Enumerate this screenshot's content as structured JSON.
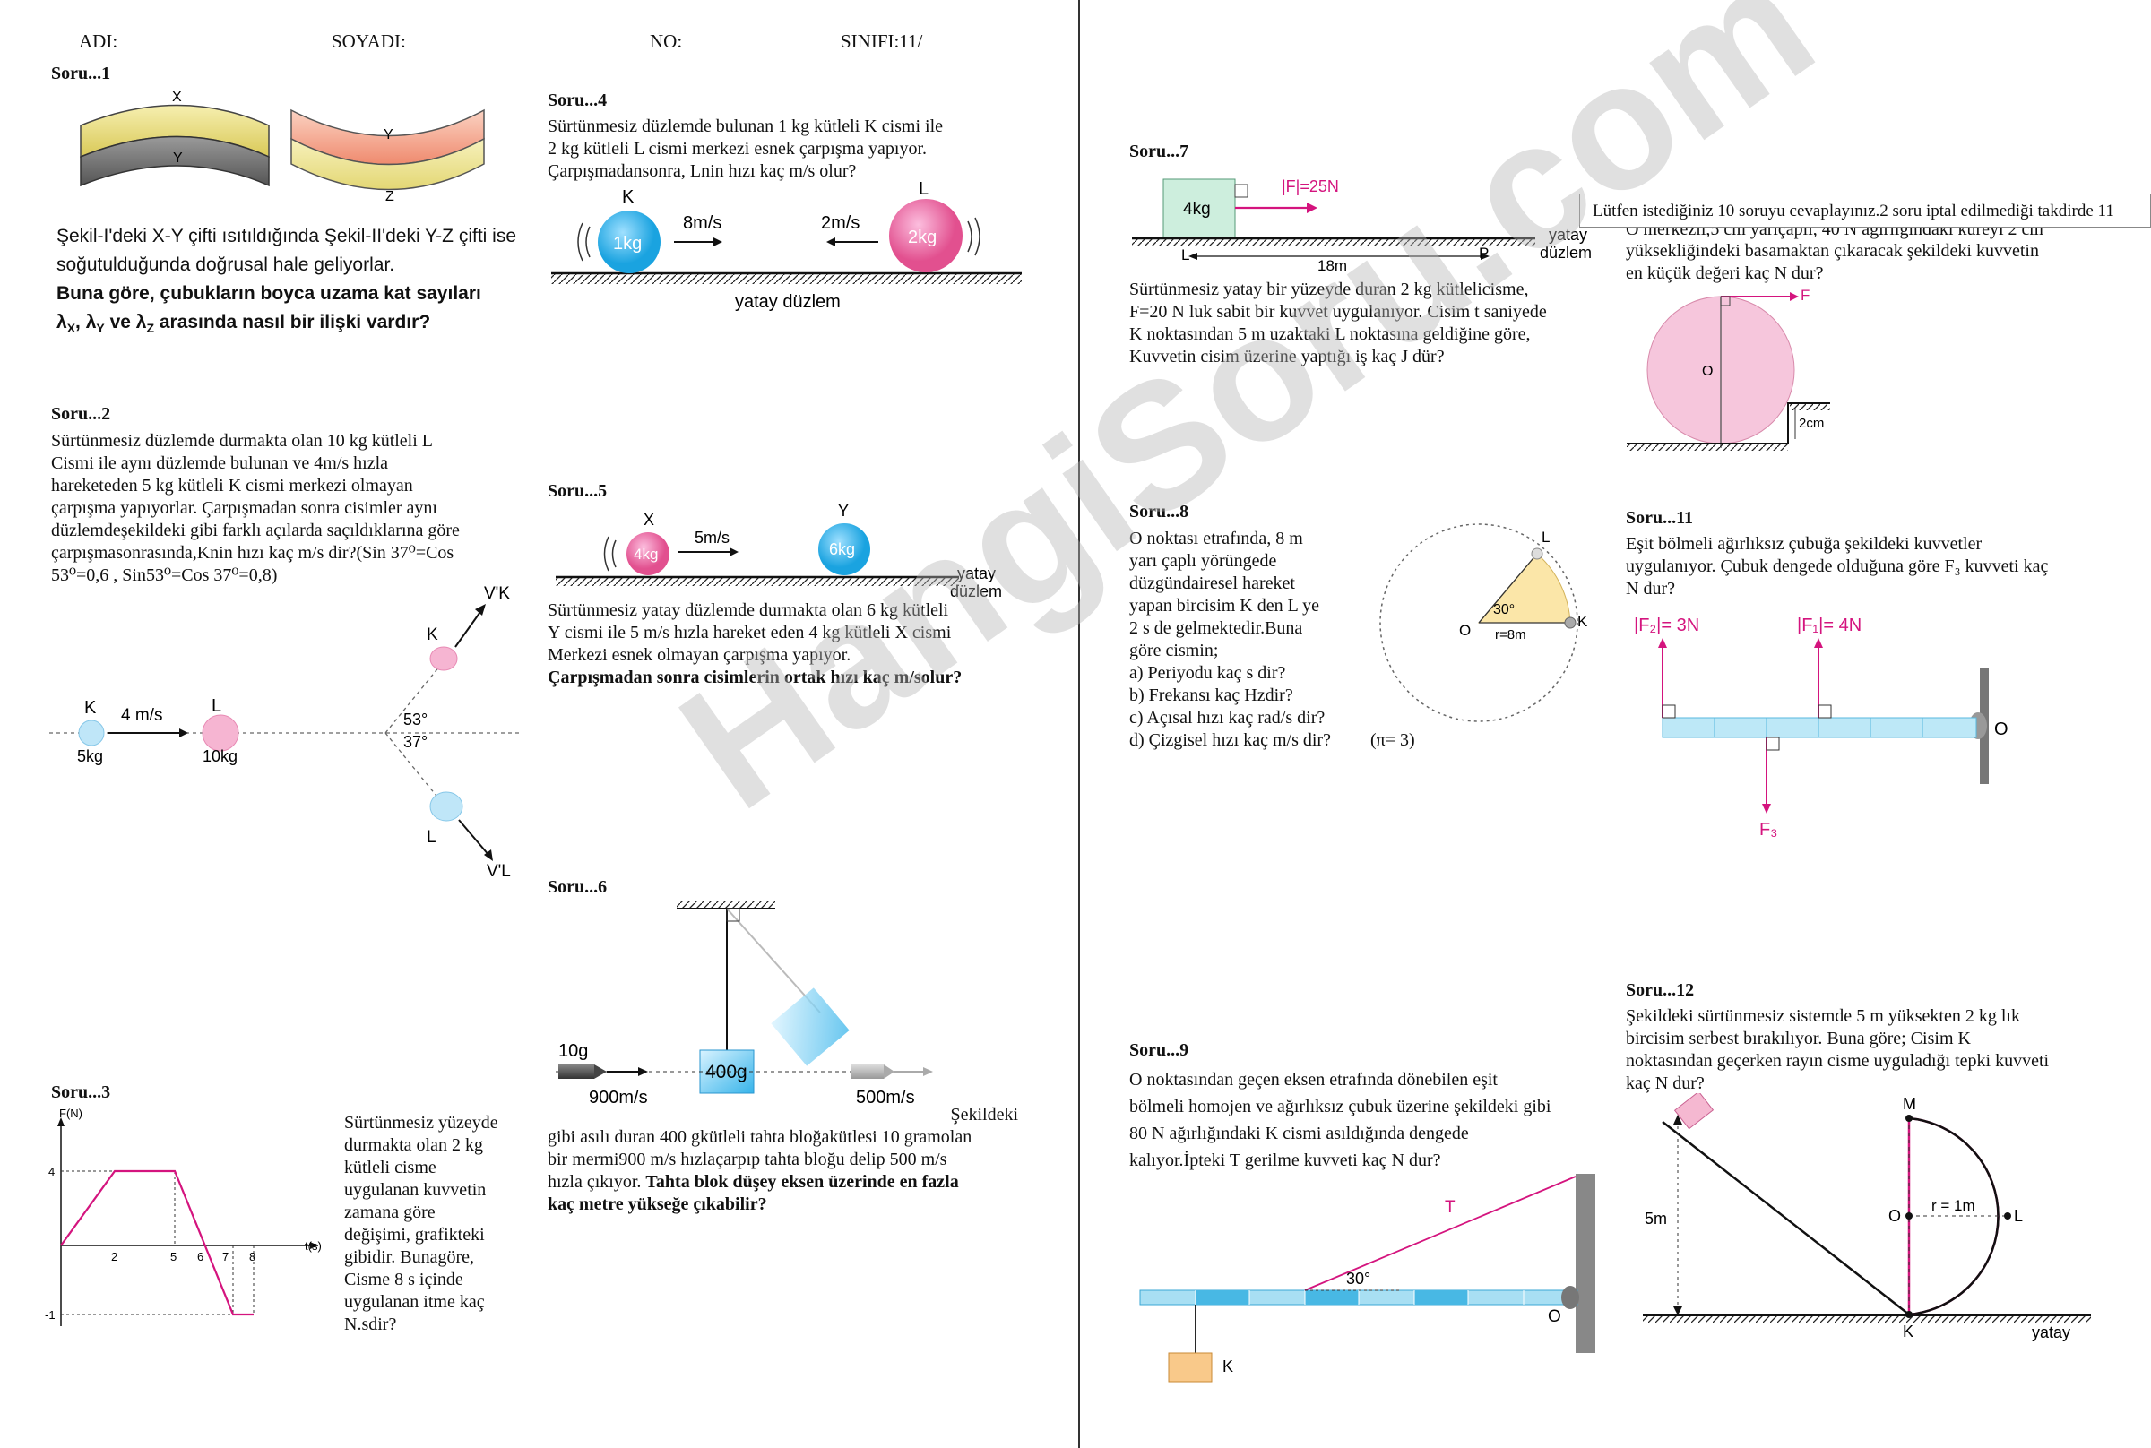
{
  "header": {
    "name_label": "ADI:",
    "surname_label": "SOYADI:",
    "number_label": "NO:",
    "class_label": "SINIFI:11/"
  },
  "watermark": "HangiSoru.com",
  "notice": "Lütfen istediğiniz 10 soruyu cevaplayınız.2 soru iptal edilmediği takdirde 11",
  "q1": {
    "title": "Soru...1",
    "bar_labels": [
      "X",
      "Y",
      "Y",
      "Z"
    ],
    "line1": "Şekil-I'deki X-Y çifti ısıtıldığında Şekil-II'deki Y-Z çifti ise",
    "line2": "soğutulduğunda doğrusal hale geliyorlar.",
    "line3": "Buna göre, çubukların boyca uzama kat sayıları",
    "line4_a": "λ",
    "line4_b": "X",
    "line4_c": ", λ",
    "line4_d": "Y",
    "line4_e": " ve λ",
    "line4_f": "Z",
    "line4_g": " arasında nasıl bir ilişki vardır?"
  },
  "q2": {
    "title": "Soru...2",
    "lines": [
      "Sürtünmesiz düzlemde durmakta olan 10 kg kütleli L",
      "Cismi ile aynı düzlemde bulunan ve 4m/s hızla",
      "hareketeden 5 kg kütleli K cismi merkezi olmayan",
      "çarpışma yapıyorlar. Çarpışmadan sonra cisimler aynı",
      "düzlemdeşekildeki gibi farklı açılarda saçıldıklarına göre",
      "çarpışmasonrasında,Knin hızı kaç m/s dir?(Sin 37⁰=Cos",
      "53⁰=0,6 , Sin53⁰=Cos 37⁰=0,8)"
    ],
    "fig": {
      "k": "K",
      "k_mass": "5kg",
      "speed": "4 m/s",
      "l": "L",
      "l_mass": "10kg",
      "angle1": "53°",
      "angle2": "37°",
      "k2": "K",
      "l2": "L",
      "vk": "V'K",
      "vl": "V'L"
    }
  },
  "q3": {
    "title": "Soru...3",
    "text": [
      "Sürtünmesiz yüzeyde",
      "durmakta olan 2 kg",
      "kütleli cisme",
      "uygulanan kuvvetin",
      "zamana göre",
      "değişimi, grafikteki",
      "gibidir. Bunagöre,",
      "Cisme 8 s içinde",
      "uygulanan itme kaç",
      "N.sdir?"
    ],
    "graph": {
      "ylabel": "F(N)",
      "xlabel": "t(s)",
      "y_ticks": [
        "4",
        "-1"
      ],
      "x_ticks": [
        "2",
        "5",
        "6",
        "7",
        "8"
      ]
    }
  },
  "q4": {
    "title": "Soru...4",
    "lines": [
      "Sürtünmesiz düzlemde bulunan 1 kg kütleli K cismi ile",
      "2 kg kütleli L cismi merkezi esnek çarpışma yapıyor.",
      "Çarpışmadansonra, Lnin hızı kaç m/s olur?"
    ],
    "fig": {
      "k": "K",
      "l": "L",
      "m1": "1kg",
      "m2": "2kg",
      "v1": "8m/s",
      "v2": "2m/s",
      "surface": "yatay düzlem"
    }
  },
  "q5": {
    "title": "Soru...5",
    "lines": [
      "Sürtünmesiz yatay düzlemde durmakta olan 6 kg kütleli",
      "Y cismi ile 5 m/s hızla hareket eden 4 kg kütleli X cismi",
      "Merkezi esnek olmayan çarpışma yapıyor."
    ],
    "question": "Çarpışmadan sonra cisimlerin ortak hızı kaç m/solur?",
    "fig": {
      "x": "X",
      "y": "Y",
      "m1": "4kg",
      "m2": "6kg",
      "v": "5m/s",
      "surface1": "yatay",
      "surface2": "düzlem"
    }
  },
  "q6": {
    "title": "Soru...6",
    "lines": [
      "Şekildeki",
      "gibi asılı duran 400 gkütleli tahta bloğakütlesi 10 gramolan",
      "bir mermi900 m/s hızlaçarpıp tahta bloğu delip 500 m/s",
      "hızla çıkıyor."
    ],
    "question_a": "Tahta blok düşey eksen üzerinde en fazla",
    "question_b": "kaç metre yükseğe çıkabilir?",
    "fig": {
      "bullet_mass": "10g",
      "block": "400g",
      "v1": "900m/s",
      "v2": "500m/s"
    }
  },
  "q7": {
    "title": "Soru...7",
    "lines": [
      "Sürtünmesiz yatay bir yüzeyde duran 2 kg kütlelicisme,",
      "F=20 N luk sabit bir kuvvet uygulanıyor. Cisim t saniyede",
      "K noktasından 5 m uzaktaki L noktasına geldiğine göre,",
      "Kuvvetin cisim üzerine yaptığı iş kaç J dür?"
    ],
    "fig": {
      "mass": "4kg",
      "force": "|F|=25N",
      "dist": "18m",
      "l": "L",
      "p": "P",
      "surface1": "yatay",
      "surface2": "düzlem"
    }
  },
  "q8": {
    "title": "Soru...8",
    "lines": [
      "O noktası etrafında, 8 m",
      "yarı çaplı yörüngede",
      "düzgündairesel hareket",
      "yapan bircisim K den L ye",
      "2 s de gelmektedir.Buna",
      "göre cismin;",
      "a) Periyodu kaç s dir?",
      "b) Frekansı kaç Hzdir?",
      "c) Açısal hızı kaç rad/s dir?",
      "d) Çizgisel hızı kaç m/s dir?"
    ],
    "pi": "(π= 3)",
    "fig": {
      "o": "O",
      "k": "K",
      "l": "L",
      "angle": "30°",
      "radius": "r=8m"
    }
  },
  "q9": {
    "title": "Soru...9",
    "lines": [
      "O noktasından geçen eksen etrafında dönebilen eşit",
      "bölmeli homojen ve ağırlıksız çubuk üzerine şekildeki gibi",
      "80 N ağırlığındaki K cismi asıldığında dengede",
      "kalıyor.İpteki T gerilme kuvveti kaç N dur?"
    ],
    "fig": {
      "t": "T",
      "angle": "30°",
      "o": "O",
      "k": "K"
    }
  },
  "q10": {
    "partial_line": "O merkezli,5 cm yarıçaplı, 40 N ağırlığındaki küreyi 2 cm",
    "lines": [
      "yüksekliğindeki basamaktan çıkaracak şekildeki kuvvetin",
      "en küçük değeri kaç N dur?"
    ],
    "fig": {
      "f": "F",
      "o": "O",
      "step": "2cm"
    }
  },
  "q11": {
    "title": "Soru...11",
    "lines": [
      "Eşit bölmeli ağırlıksız çubuğa şekildeki kuvvetler",
      "uygulanıyor. Çubuk dengede olduğuna göre F₃ kuvveti kaç",
      "N dur?"
    ],
    "fig": {
      "f2": "|F₂|= 3N",
      "f1": "|F₁|= 4N",
      "f3": "F₃",
      "o": "O"
    }
  },
  "q12": {
    "title": "Soru...12",
    "lines": [
      "Şekildeki sürtünmesiz sistemde 5 m yüksekten 2 kg lık",
      "bircisim serbest bırakılıyor. Buna göre; Cisim K",
      "noktasından geçerken rayın cisme uyguladığı tepki kuvveti",
      "kaç N dur?"
    ],
    "fig": {
      "m": "M",
      "o": "O",
      "l": "L",
      "k": "K",
      "r": "r = 1m",
      "h": "5m",
      "surface": "yatay"
    }
  }
}
